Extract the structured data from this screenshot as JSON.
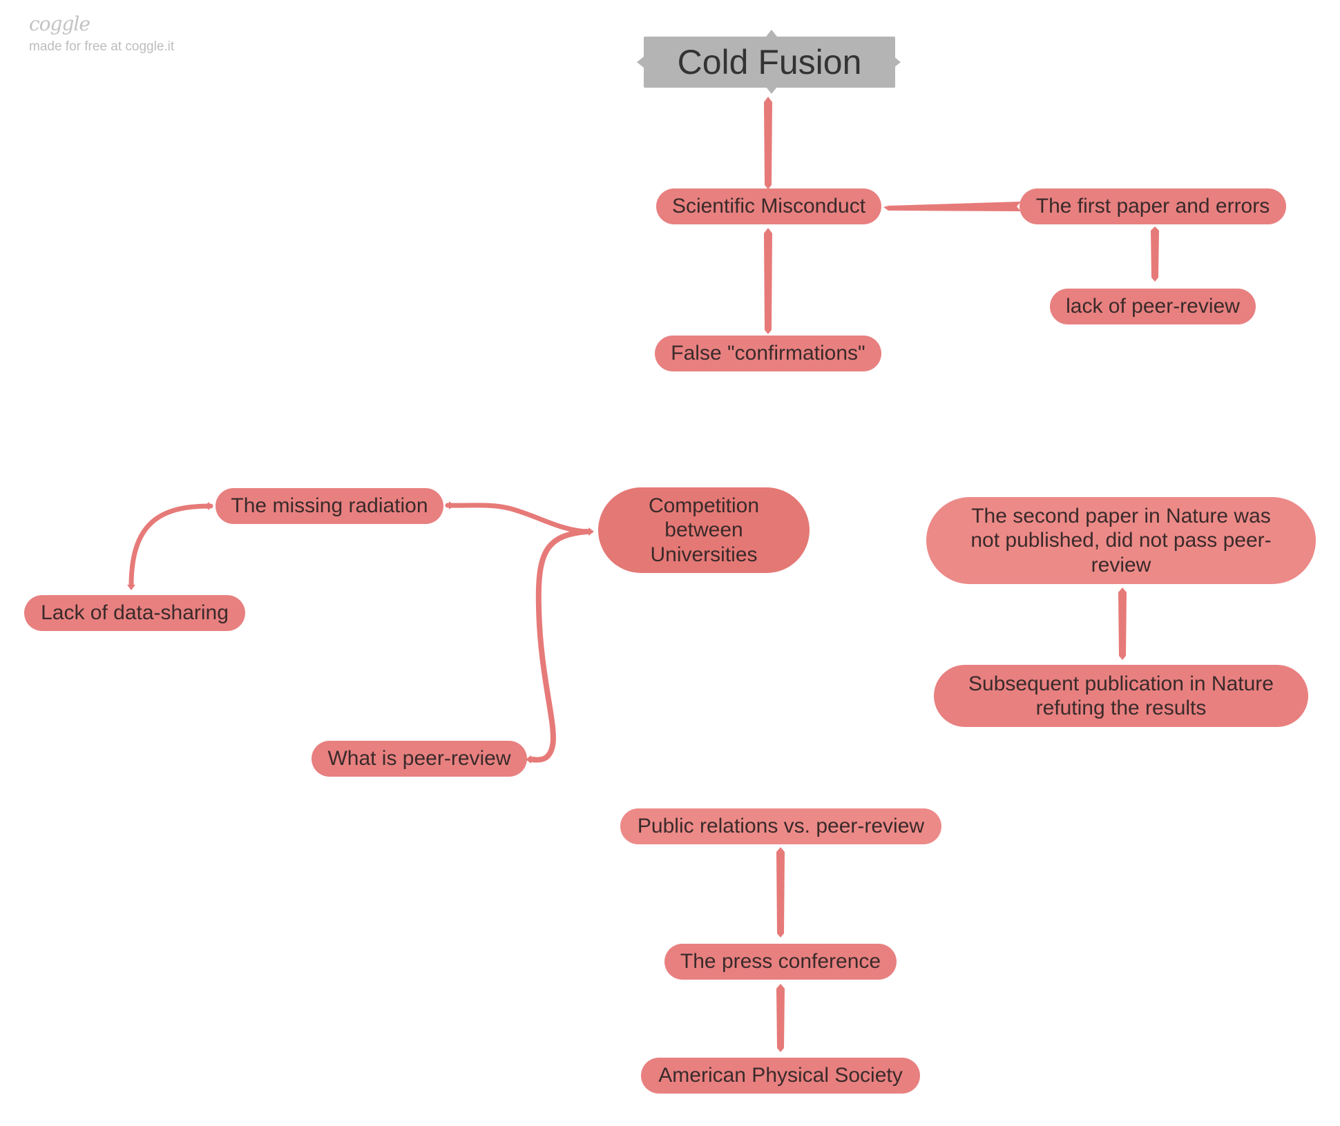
{
  "branding": {
    "logo": "coggle",
    "tagline": "made for free at coggle.it"
  },
  "colors": {
    "root_fill": "#b4b4b4",
    "node_fill": "#e88080",
    "node_fill_strong": "#e47875",
    "node_fill_light": "#ec8a88",
    "connector": "#e67a78",
    "text": "#3a2a2a"
  },
  "root": {
    "label": "Cold Fusion"
  },
  "nodes": {
    "scientific_misconduct": "Scientific Misconduct",
    "first_paper": "The first paper and errors",
    "lack_peer_review": "lack of peer-review",
    "false_confirmations": "False \"confirmations\"",
    "missing_radiation": "The missing radiation",
    "competition": "Competition between Universities",
    "lack_data_sharing": "Lack of data-sharing",
    "what_is_peer_review": "What is peer-review",
    "second_paper": "The second paper in Nature was not published, did not pass peer-review",
    "subsequent_publication": "Subsequent publication in Nature refuting the results",
    "public_relations": "Public relations vs. peer-review",
    "press_conference": "The press conference",
    "american_physical_society": "American Physical Society"
  }
}
